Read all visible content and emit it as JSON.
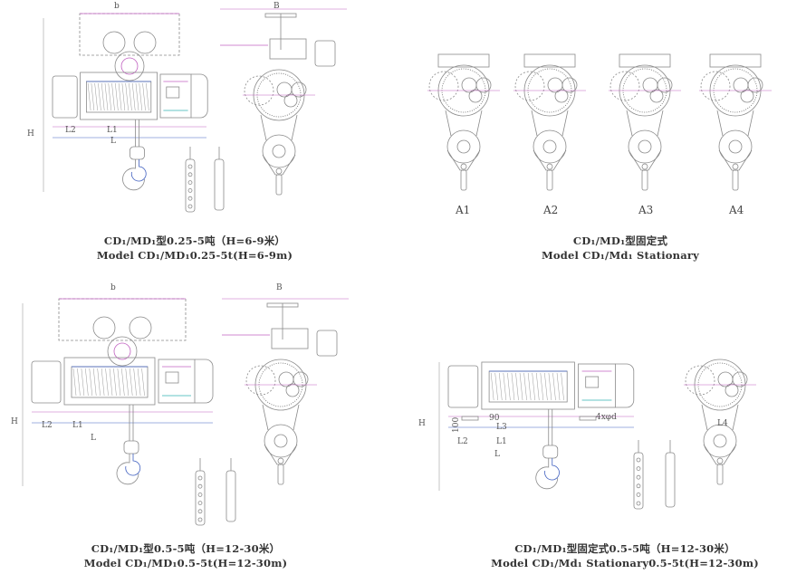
{
  "captions": {
    "panel1": {
      "line1": "CD₁/MD₁型0.25-5吨（H=6-9米）",
      "line2": "Model CD₁/MD₁0.25-5t(H=6-9m)"
    },
    "panel2": {
      "line1": "CD₁/MD₁型固定式",
      "line2": "Model CD₁/Md₁ Stationary"
    },
    "panel3": {
      "line1": "CD₁/MD₁型0.5-5吨（H=12-30米）",
      "line2": "Model CD₁/MD₁0.5-5t(H=12-30m)"
    },
    "panel4": {
      "line1": "CD₁/MD₁型固定式0.5-5吨（H=12-30米）",
      "line2": "Model CD₁/Md₁ Stationary0.5-5t(H=12-30m)"
    }
  },
  "dimension_labels": {
    "b": "b",
    "B": "B",
    "H": "H",
    "L": "L",
    "L1": "L1",
    "L2": "L2",
    "L3": "L3",
    "L4": "L4",
    "d90": "90",
    "bolt": "4xφd",
    "d100": "100"
  },
  "variants": [
    "A1",
    "A2",
    "A3",
    "A4"
  ],
  "colors": {
    "line": "#8a8a8a",
    "accent1": "#c060c0",
    "accent2": "#4060c0",
    "accent3": "#30b0b0"
  }
}
